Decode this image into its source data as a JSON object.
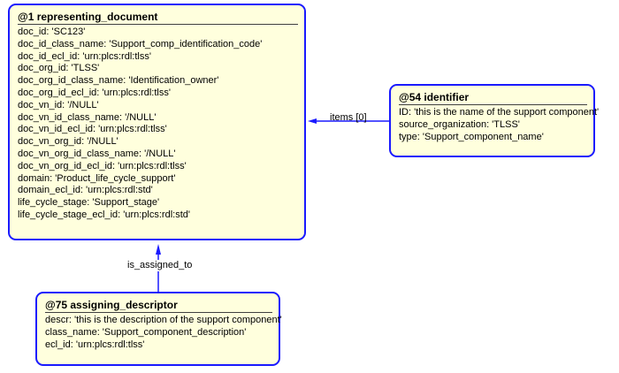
{
  "entities": {
    "representing_document": {
      "title": "@1 representing_document",
      "attributes": [
        "doc_id: 'SC123'",
        "doc_id_class_name: 'Support_comp_identification_code'",
        "doc_id_ecl_id: 'urn:plcs:rdl:tlss'",
        "doc_org_id: 'TLSS'",
        "doc_org_id_class_name: 'Identification_owner'",
        "doc_org_id_ecl_id: 'urn:plcs:rdl:tlss'",
        "doc_vn_id: '/NULL'",
        "doc_vn_id_class_name: '/NULL'",
        "doc_vn_id_ecl_id: 'urn:plcs:rdl:tlss'",
        "doc_vn_org_id: '/NULL'",
        "doc_vn_org_id_class_name: '/NULL'",
        "doc_vn_org_id_ecl_id: 'urn:plcs:rdl:tlss'",
        "domain: 'Product_life_cycle_support'",
        "domain_ecl_id: 'urn:plcs:rdl:std'",
        "life_cycle_stage: 'Support_stage'",
        "life_cycle_stage_ecl_id: 'urn:plcs:rdl:std'"
      ]
    },
    "identifier": {
      "title": "@54 identifier",
      "attributes": [
        "ID: 'this is the name of the support component'",
        "source_organization: 'TLSS'",
        "type: 'Support_component_name'"
      ]
    },
    "assigning_descriptor": {
      "title": "@75 assigning_descriptor",
      "attributes": [
        "descr: 'this is the description of the support component'",
        "class_name: 'Support_component_description'",
        "ecl_id: 'urn:plcs:rdl:tlss'"
      ]
    }
  },
  "relationships": {
    "items": {
      "label": "items [0]",
      "from": "identifier",
      "to": "representing_document"
    },
    "is_assigned_to": {
      "label": "is_assigned_to",
      "from": "assigning_descriptor",
      "to": "representing_document"
    }
  },
  "colors": {
    "entity_fill": "#ffffdd",
    "entity_border": "#1a1aff",
    "link": "#1a1aff"
  }
}
